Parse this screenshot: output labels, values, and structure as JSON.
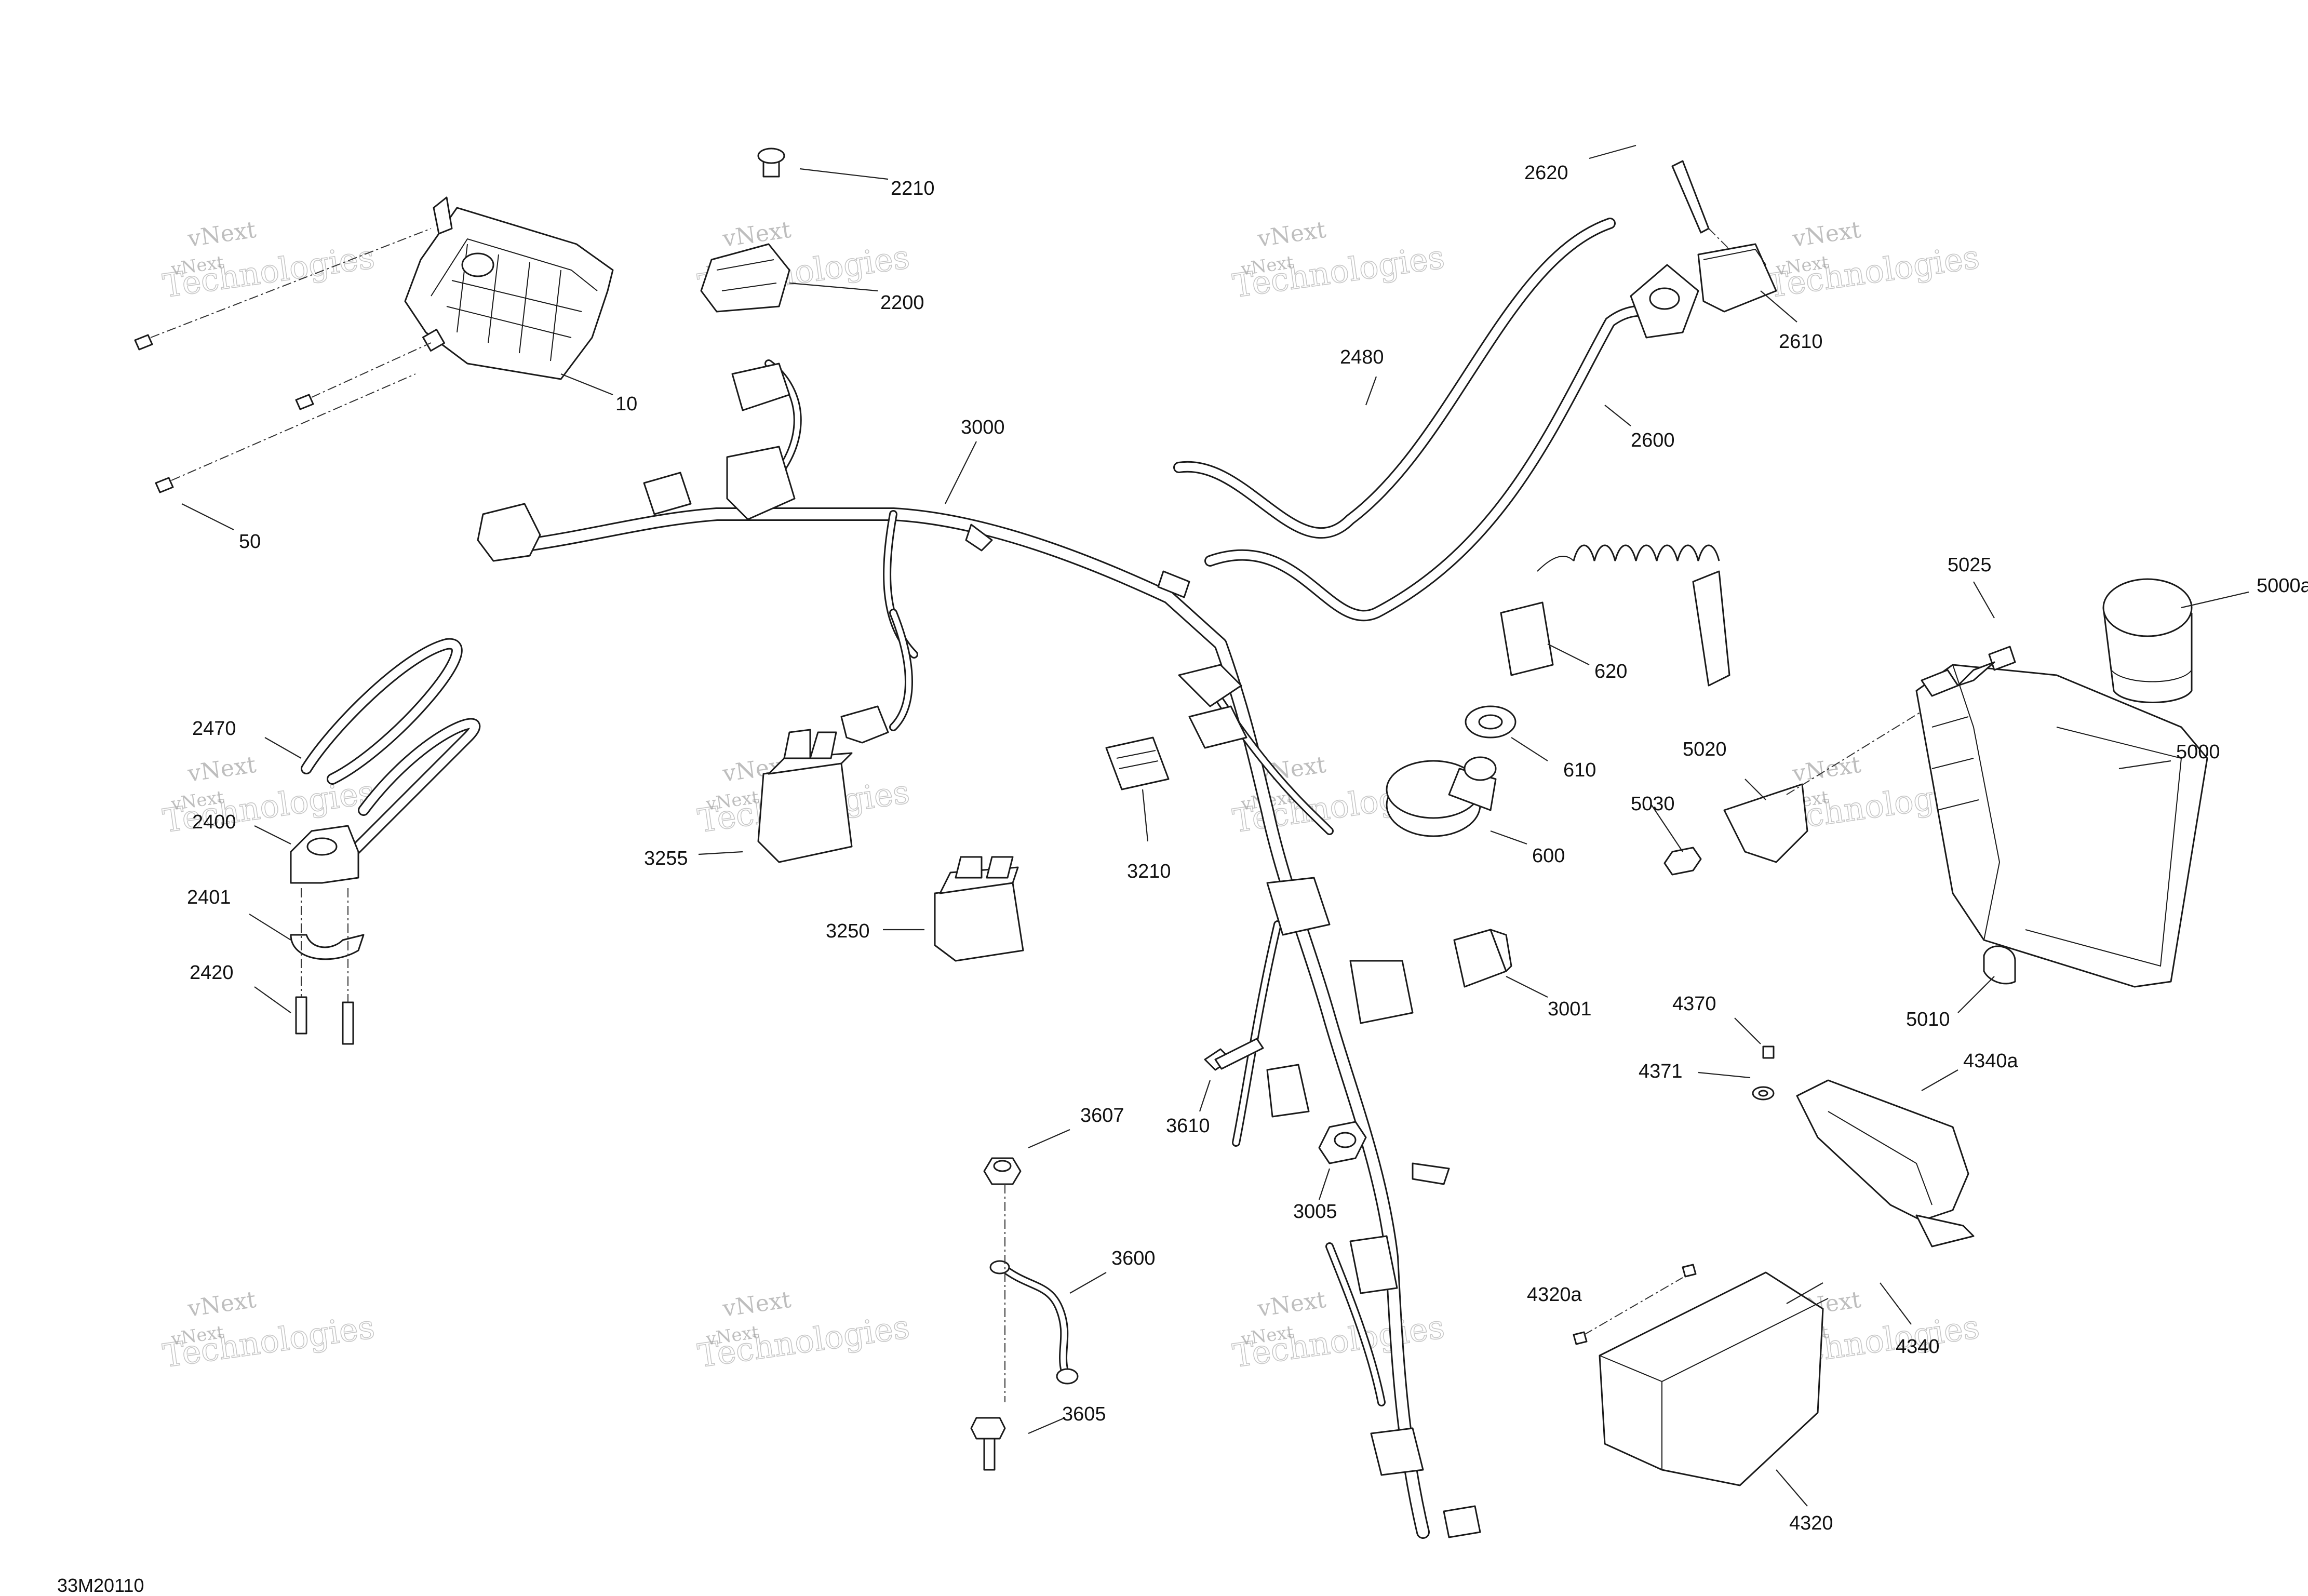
{
  "diagram": {
    "code": "33M20110",
    "watermark": {
      "line1": "vNext",
      "line2": "Technologies"
    },
    "callouts": [
      {
        "id": "c10",
        "label": "10"
      },
      {
        "id": "c50",
        "label": "50"
      },
      {
        "id": "c2210",
        "label": "2210"
      },
      {
        "id": "c2200",
        "label": "2200"
      },
      {
        "id": "c3000",
        "label": "3000"
      },
      {
        "id": "c2480",
        "label": "2480"
      },
      {
        "id": "c2620",
        "label": "2620"
      },
      {
        "id": "c2610",
        "label": "2610"
      },
      {
        "id": "c2600",
        "label": "2600"
      },
      {
        "id": "c620",
        "label": "620"
      },
      {
        "id": "c5025",
        "label": "5025"
      },
      {
        "id": "c5000a",
        "label": "5000a"
      },
      {
        "id": "c2470",
        "label": "2470"
      },
      {
        "id": "c2400",
        "label": "2400"
      },
      {
        "id": "c2401",
        "label": "2401"
      },
      {
        "id": "c2420",
        "label": "2420"
      },
      {
        "id": "c3255",
        "label": "3255"
      },
      {
        "id": "c3250",
        "label": "3250"
      },
      {
        "id": "c3210",
        "label": "3210"
      },
      {
        "id": "c610",
        "label": "610"
      },
      {
        "id": "c600",
        "label": "600"
      },
      {
        "id": "c5020",
        "label": "5020"
      },
      {
        "id": "c5030",
        "label": "5030"
      },
      {
        "id": "c5000",
        "label": "5000"
      },
      {
        "id": "c5010",
        "label": "5010"
      },
      {
        "id": "c3001",
        "label": "3001"
      },
      {
        "id": "c4370",
        "label": "4370"
      },
      {
        "id": "c4371",
        "label": "4371"
      },
      {
        "id": "c4340a",
        "label": "4340a"
      },
      {
        "id": "c3607",
        "label": "3607"
      },
      {
        "id": "c3610",
        "label": "3610"
      },
      {
        "id": "c3005",
        "label": "3005"
      },
      {
        "id": "c3600",
        "label": "3600"
      },
      {
        "id": "c4320a",
        "label": "4320a"
      },
      {
        "id": "c4340",
        "label": "4340"
      },
      {
        "id": "c3605",
        "label": "3605"
      },
      {
        "id": "c4320",
        "label": "4320"
      }
    ]
  }
}
